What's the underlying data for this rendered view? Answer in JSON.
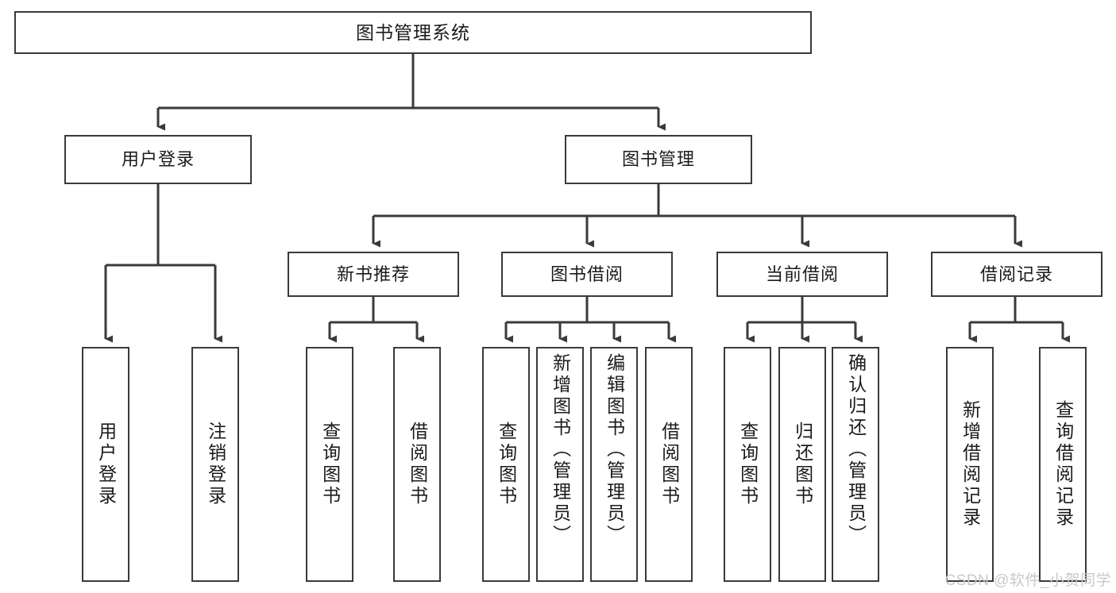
{
  "diagram": {
    "title": "图书管理系统",
    "type": "hierarchy-tree",
    "root": {
      "id": "root",
      "label": "图书管理系统"
    },
    "level2": [
      {
        "id": "user-login",
        "label": "用户登录"
      },
      {
        "id": "book-management",
        "label": "图书管理"
      }
    ],
    "level3": [
      {
        "id": "new-book-recommend",
        "label": "新书推荐",
        "parent": "book-management"
      },
      {
        "id": "book-borrow",
        "label": "图书借阅",
        "parent": "book-management"
      },
      {
        "id": "current-borrow",
        "label": "当前借阅",
        "parent": "book-management"
      },
      {
        "id": "borrow-record",
        "label": "借阅记录",
        "parent": "book-management"
      }
    ],
    "leaves": {
      "user_login": [
        {
          "id": "leaf-user-login",
          "label": "用户登录"
        },
        {
          "id": "leaf-user-logout",
          "label": "注销登录"
        }
      ],
      "new_book_recommend": [
        {
          "id": "leaf-query-book-1",
          "label": "查询图书"
        },
        {
          "id": "leaf-borrow-book-1",
          "label": "借阅图书"
        }
      ],
      "book_borrow": [
        {
          "id": "leaf-query-book-2",
          "label": "查询图书"
        },
        {
          "id": "leaf-add-book",
          "label": "新增图书（管理员）"
        },
        {
          "id": "leaf-edit-book",
          "label": "编辑图书（管理员）"
        },
        {
          "id": "leaf-borrow-book-2",
          "label": "借阅图书"
        }
      ],
      "current_borrow": [
        {
          "id": "leaf-query-book-3",
          "label": "查询图书"
        },
        {
          "id": "leaf-return-book",
          "label": "归还图书"
        },
        {
          "id": "leaf-confirm-return",
          "label": "确认归还（管理员）"
        }
      ],
      "borrow_record": [
        {
          "id": "leaf-add-record",
          "label": "新增借阅记录"
        },
        {
          "id": "leaf-query-record",
          "label": "查询借阅记录"
        }
      ]
    },
    "colors": {
      "stroke": "#3a3a3a",
      "text": "#1b1b1b",
      "background": "#ffffff",
      "watermark": "#c9c9c9"
    }
  },
  "watermark": {
    "text": "CSDN @软件_小贺同学"
  }
}
